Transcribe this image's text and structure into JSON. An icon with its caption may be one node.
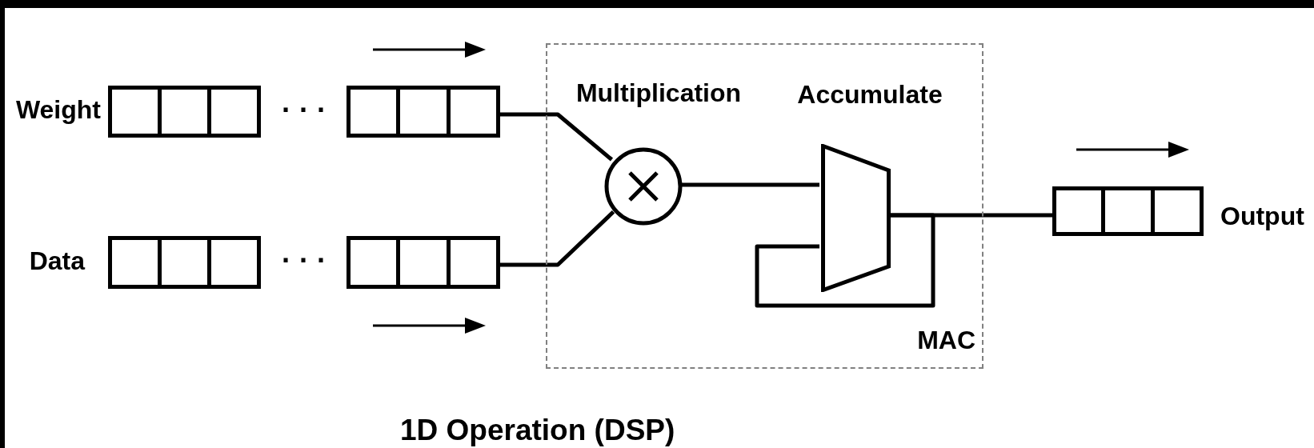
{
  "diagram": {
    "caption": "1D Operation (DSP)",
    "nodes": [
      {
        "text": [],
        "shape": "box",
        "beside": [
          "Weight"
        ]
      },
      {
        "text": [],
        "shape": "box"
      },
      {
        "text": [],
        "shape": "box",
        "beside": [
          "Data"
        ]
      },
      {
        "text": [],
        "shape": "box"
      },
      {
        "text": [
          "MAC"
        ]
      },
      {
        "text": [],
        "shape": "circle",
        "in": 4,
        "beside": [
          "Multiplication"
        ]
      },
      {
        "text": [],
        "shape": "trapezoid",
        "in": 4,
        "beside": [
          "Accumulate"
        ]
      },
      {
        "text": [],
        "shape": "box",
        "beside": [
          "Output"
        ]
      }
    ],
    "edges": [
      {
        "from": 1,
        "to": 5,
        "arrow": "none"
      },
      {
        "from": 3,
        "to": 5,
        "arrow": "none"
      },
      {
        "from": 5,
        "to": 6,
        "arrow": "none"
      },
      {
        "from": 6,
        "to": 7,
        "arrow": "none"
      },
      {
        "from": 6,
        "to": 6,
        "arrow": "none"
      }
    ],
    "labels": [
      "· · ·",
      "· · ·"
    ]
  }
}
